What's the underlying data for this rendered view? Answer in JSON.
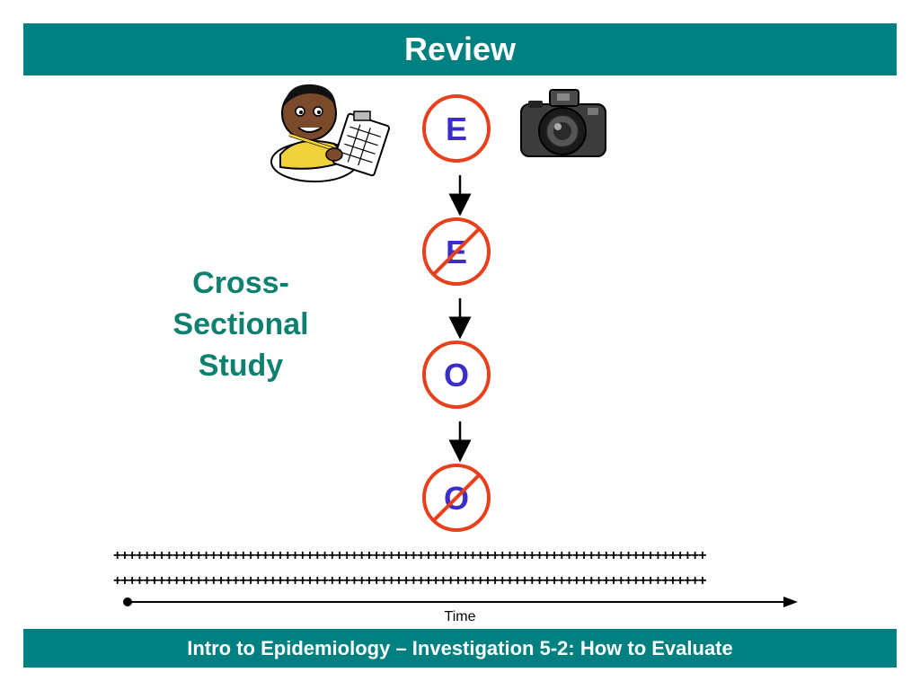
{
  "title": "Review",
  "footer": "Intro to Epidemiology – Investigation 5-2:  How to Evaluate",
  "study_label": [
    "Cross-",
    "Sectional",
    "Study"
  ],
  "nodes": [
    {
      "letter": "E",
      "crossed": false
    },
    {
      "letter": "E",
      "crossed": true
    },
    {
      "letter": "O",
      "crossed": false
    },
    {
      "letter": "O",
      "crossed": true
    }
  ],
  "population_rows": [
    "++++++++++++++++++++++++++++++++++++++++++++++++++++++++++++++++++++++++++++++++",
    "++++++++++++++++++++++++++++++++++++++++++++++++++++++++++++++++++++++++++++++++"
  ],
  "timeline_label": "Time",
  "colors": {
    "banner": "#008080",
    "circle": "#e8401c",
    "letter": "#3a2ec6",
    "study_label": "#0e8070"
  },
  "icons": [
    "researcher-with-clipboard-icon",
    "camera-icon"
  ]
}
